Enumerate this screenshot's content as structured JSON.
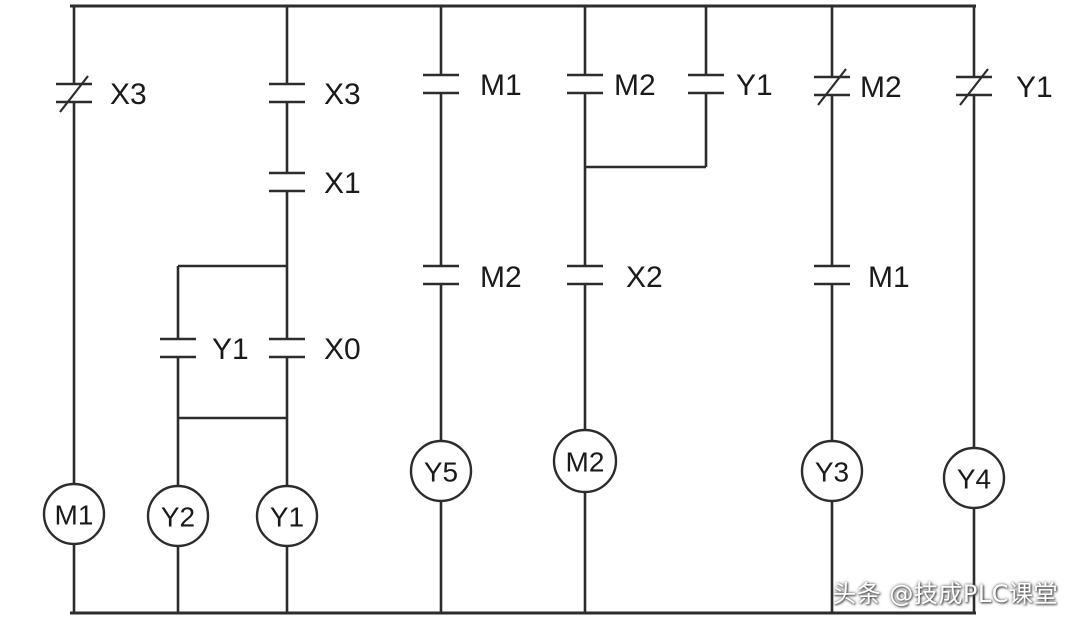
{
  "diagram": {
    "branches": [
      {
        "elements": [
          {
            "kind": "nc",
            "label": "X3"
          },
          {
            "kind": "coil",
            "label": "M1"
          }
        ]
      },
      {
        "elements": [
          {
            "kind": "no",
            "label": "X3"
          },
          {
            "kind": "no",
            "label": "X1"
          },
          {
            "kind": "no",
            "label": "Y1"
          },
          {
            "kind": "no",
            "label": "X0"
          },
          {
            "kind": "coil",
            "label": "Y2"
          },
          {
            "kind": "coil",
            "label": "Y1"
          }
        ]
      },
      {
        "elements": [
          {
            "kind": "no",
            "label": "M1"
          },
          {
            "kind": "no",
            "label": "M2"
          },
          {
            "kind": "coil",
            "label": "Y5"
          }
        ]
      },
      {
        "elements": [
          {
            "kind": "no",
            "label": "M2"
          },
          {
            "kind": "no",
            "label": "Y1"
          },
          {
            "kind": "no",
            "label": "X2"
          },
          {
            "kind": "coil",
            "label": "M2"
          }
        ]
      },
      {
        "elements": [
          {
            "kind": "nc",
            "label": "M2"
          },
          {
            "kind": "no",
            "label": "M1"
          },
          {
            "kind": "coil",
            "label": "Y3"
          }
        ]
      },
      {
        "elements": [
          {
            "kind": "nc",
            "label": "Y1"
          },
          {
            "kind": "coil",
            "label": "Y4"
          }
        ]
      }
    ]
  },
  "watermark": "头条 @技成PLC课堂",
  "colors": {
    "wire": "#2c2c2c",
    "background": "#ffffff"
  }
}
